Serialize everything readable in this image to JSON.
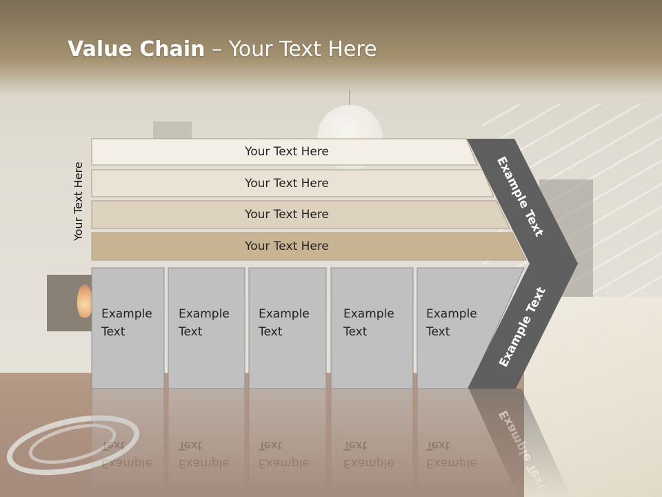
{
  "title": {
    "bold": "Value Chain",
    "rest": " – Your Text Here"
  },
  "side_label": "Your Text Here",
  "bars": [
    {
      "label": "Your Text Here",
      "color": "#f3efe7"
    },
    {
      "label": "Your Text Here",
      "color": "#e9e2d5"
    },
    {
      "label": "Your Text Here",
      "color": "#ddd2be"
    },
    {
      "label": "Your Text Here",
      "color": "#c8b392"
    }
  ],
  "columns": [
    {
      "line1": "Example",
      "line2": "Text"
    },
    {
      "line1": "Example",
      "line2": "Text"
    },
    {
      "line1": "Example",
      "line2": "Text"
    },
    {
      "line1": "Example",
      "line2": "Text"
    },
    {
      "line1": "Example",
      "line2": "Text"
    }
  ],
  "chevron_top_label": "Example Text",
  "chevron_bottom_label": "Example Text",
  "colors": {
    "chevron": "#5f5f5f",
    "column": "#c0c0c0",
    "column_border": "#8f8f8f"
  }
}
